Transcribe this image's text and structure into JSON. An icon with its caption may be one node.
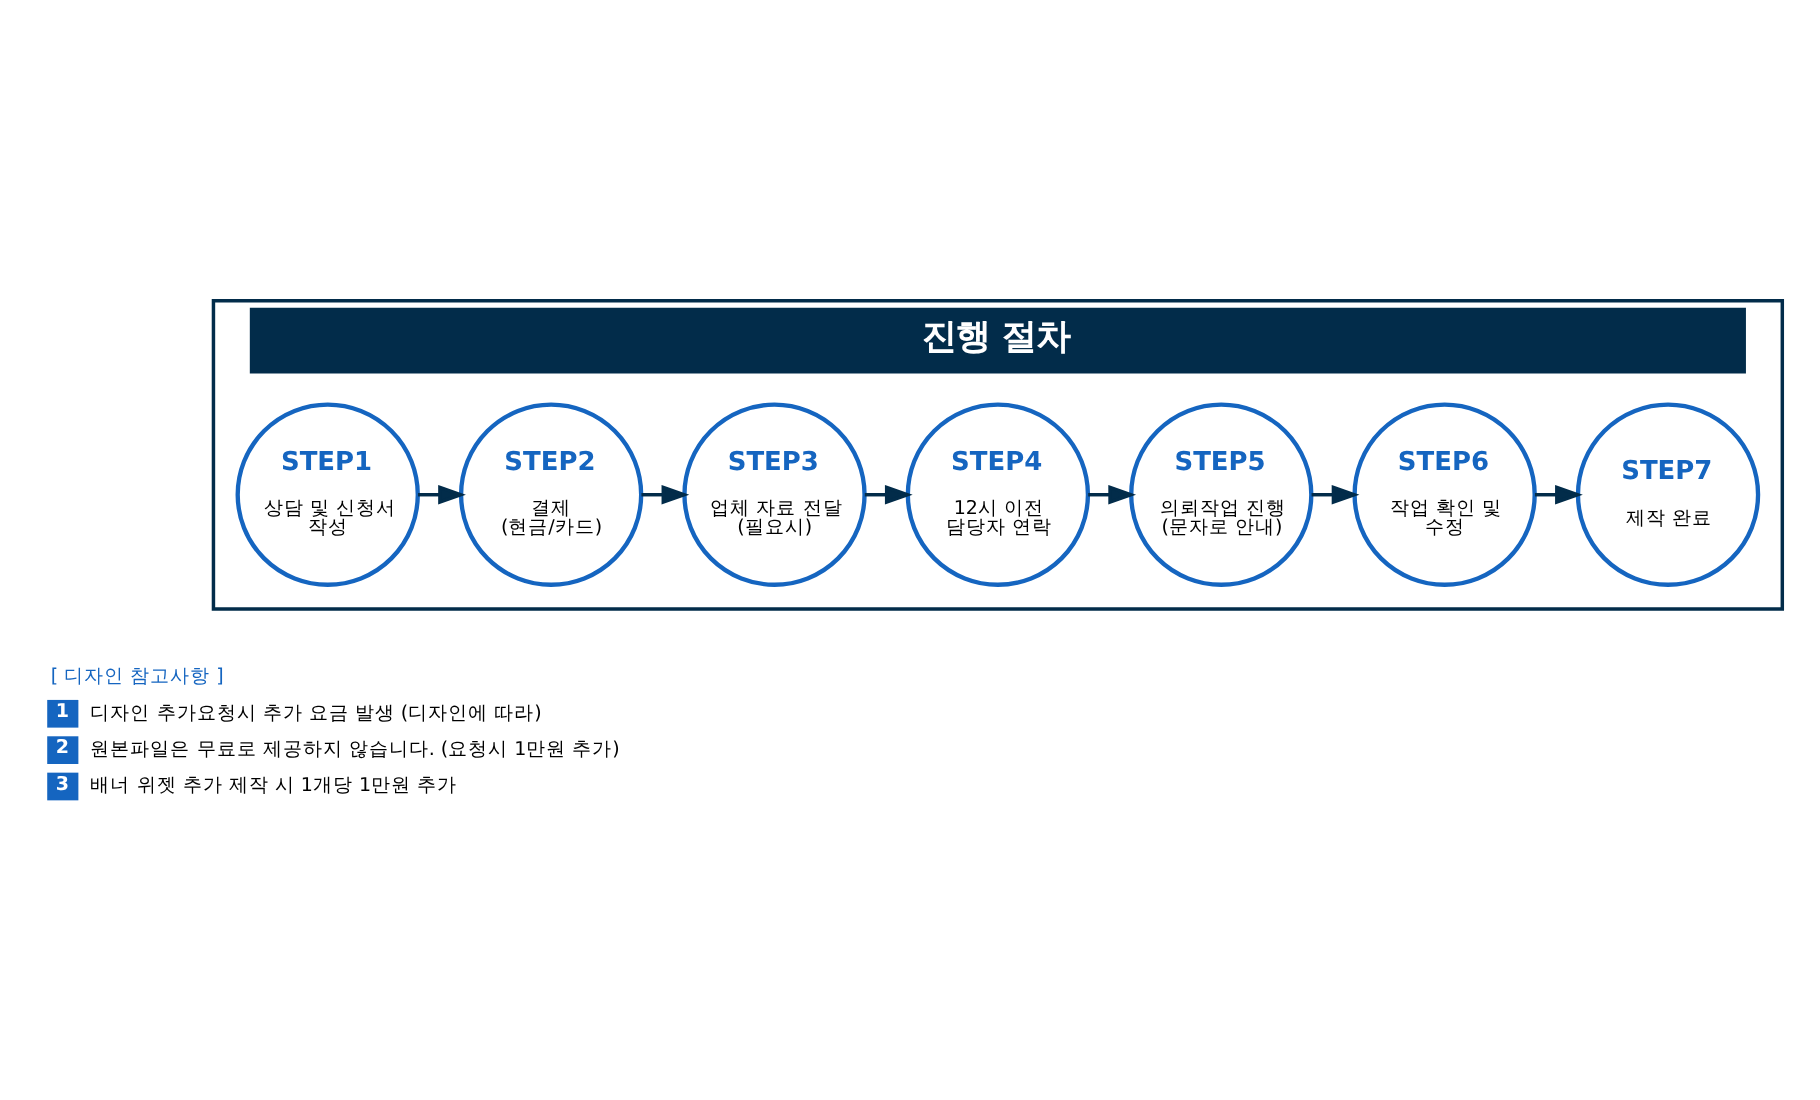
{
  "diagram": {
    "nodes": [
      {
        "text": [
          "진행 절차"
        ]
      },
      {
        "text": [
          "STEP1",
          "상담 및 신청서 작성"
        ],
        "in": 0
      },
      {
        "text": [
          "STEP2",
          "결제 (현금/카드)"
        ],
        "in": 0
      },
      {
        "text": [
          "STEP3",
          "업체 자료 전달 (필요시)"
        ],
        "in": 0
      },
      {
        "text": [
          "STEP4",
          "12시 이전 담당자 연락"
        ],
        "in": 0
      },
      {
        "text": [
          "STEP5",
          "의뢰작업 진행 (문자로 안내)"
        ],
        "in": 0
      },
      {
        "text": [
          "STEP6",
          "작업 확인 및 수정"
        ],
        "in": 0
      },
      {
        "text": [
          "STEP7",
          "제작 완료"
        ],
        "in": 0
      }
    ],
    "edges": [
      {
        "from": 1,
        "to": 2,
        "arrow": "to"
      },
      {
        "from": 2,
        "to": 3,
        "arrow": "to"
      },
      {
        "from": 3,
        "to": 4,
        "arrow": "to"
      },
      {
        "from": 4,
        "to": 5,
        "arrow": "to"
      },
      {
        "from": 5,
        "to": 6,
        "arrow": "to"
      },
      {
        "from": 6,
        "to": 7,
        "arrow": "to"
      }
    ],
    "labels": [
      "[ 디자인 참고사항 ]",
      "1",
      "디자인 추가요청시 추가 요금 발생 (디자인에 따라)",
      "2",
      "원본파일은 무료로 제공하지 않습니다. (요청시 1만원 추가)",
      "3",
      "배너 위젯 추가 제작 시 1개당 1만원 추가"
    ]
  }
}
